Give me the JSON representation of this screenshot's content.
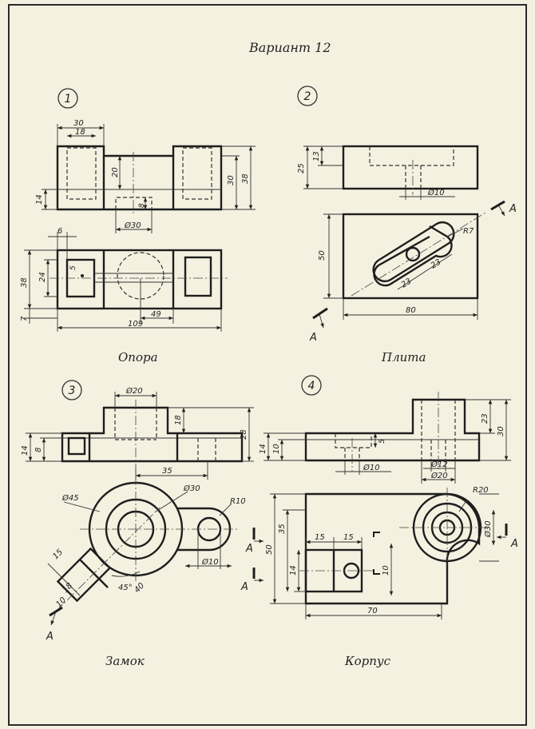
{
  "sheet": {
    "title": "Вариант 12",
    "variants": [
      {
        "number": "1",
        "caption": "Опора",
        "dims": [
          "30",
          "18",
          "20",
          "8",
          "30",
          "38",
          "14",
          "Ø30",
          "6",
          "24",
          "5",
          "38",
          "7",
          "49",
          "109"
        ]
      },
      {
        "number": "2",
        "caption": "Плита",
        "dims": [
          "25",
          "13",
          "Ø10",
          "50",
          "R7",
          "23",
          "23",
          "80"
        ],
        "section_mark": "A"
      },
      {
        "number": "3",
        "caption": "Замок",
        "dims": [
          "Ø20",
          "18",
          "28",
          "14",
          "8",
          "35",
          "Ø45",
          "Ø30",
          "R10",
          "Ø10",
          "15",
          "18",
          "10",
          "45°",
          "40"
        ],
        "section_mark": "A"
      },
      {
        "number": "4",
        "caption": "Корпус",
        "dims": [
          "23",
          "30",
          "14",
          "10",
          "5",
          "Ø10",
          "Ø12",
          "Ø20",
          "R20",
          "50",
          "35",
          "14",
          "15",
          "15",
          "10",
          "Ø30",
          "70"
        ],
        "section_mark": "A"
      }
    ]
  }
}
